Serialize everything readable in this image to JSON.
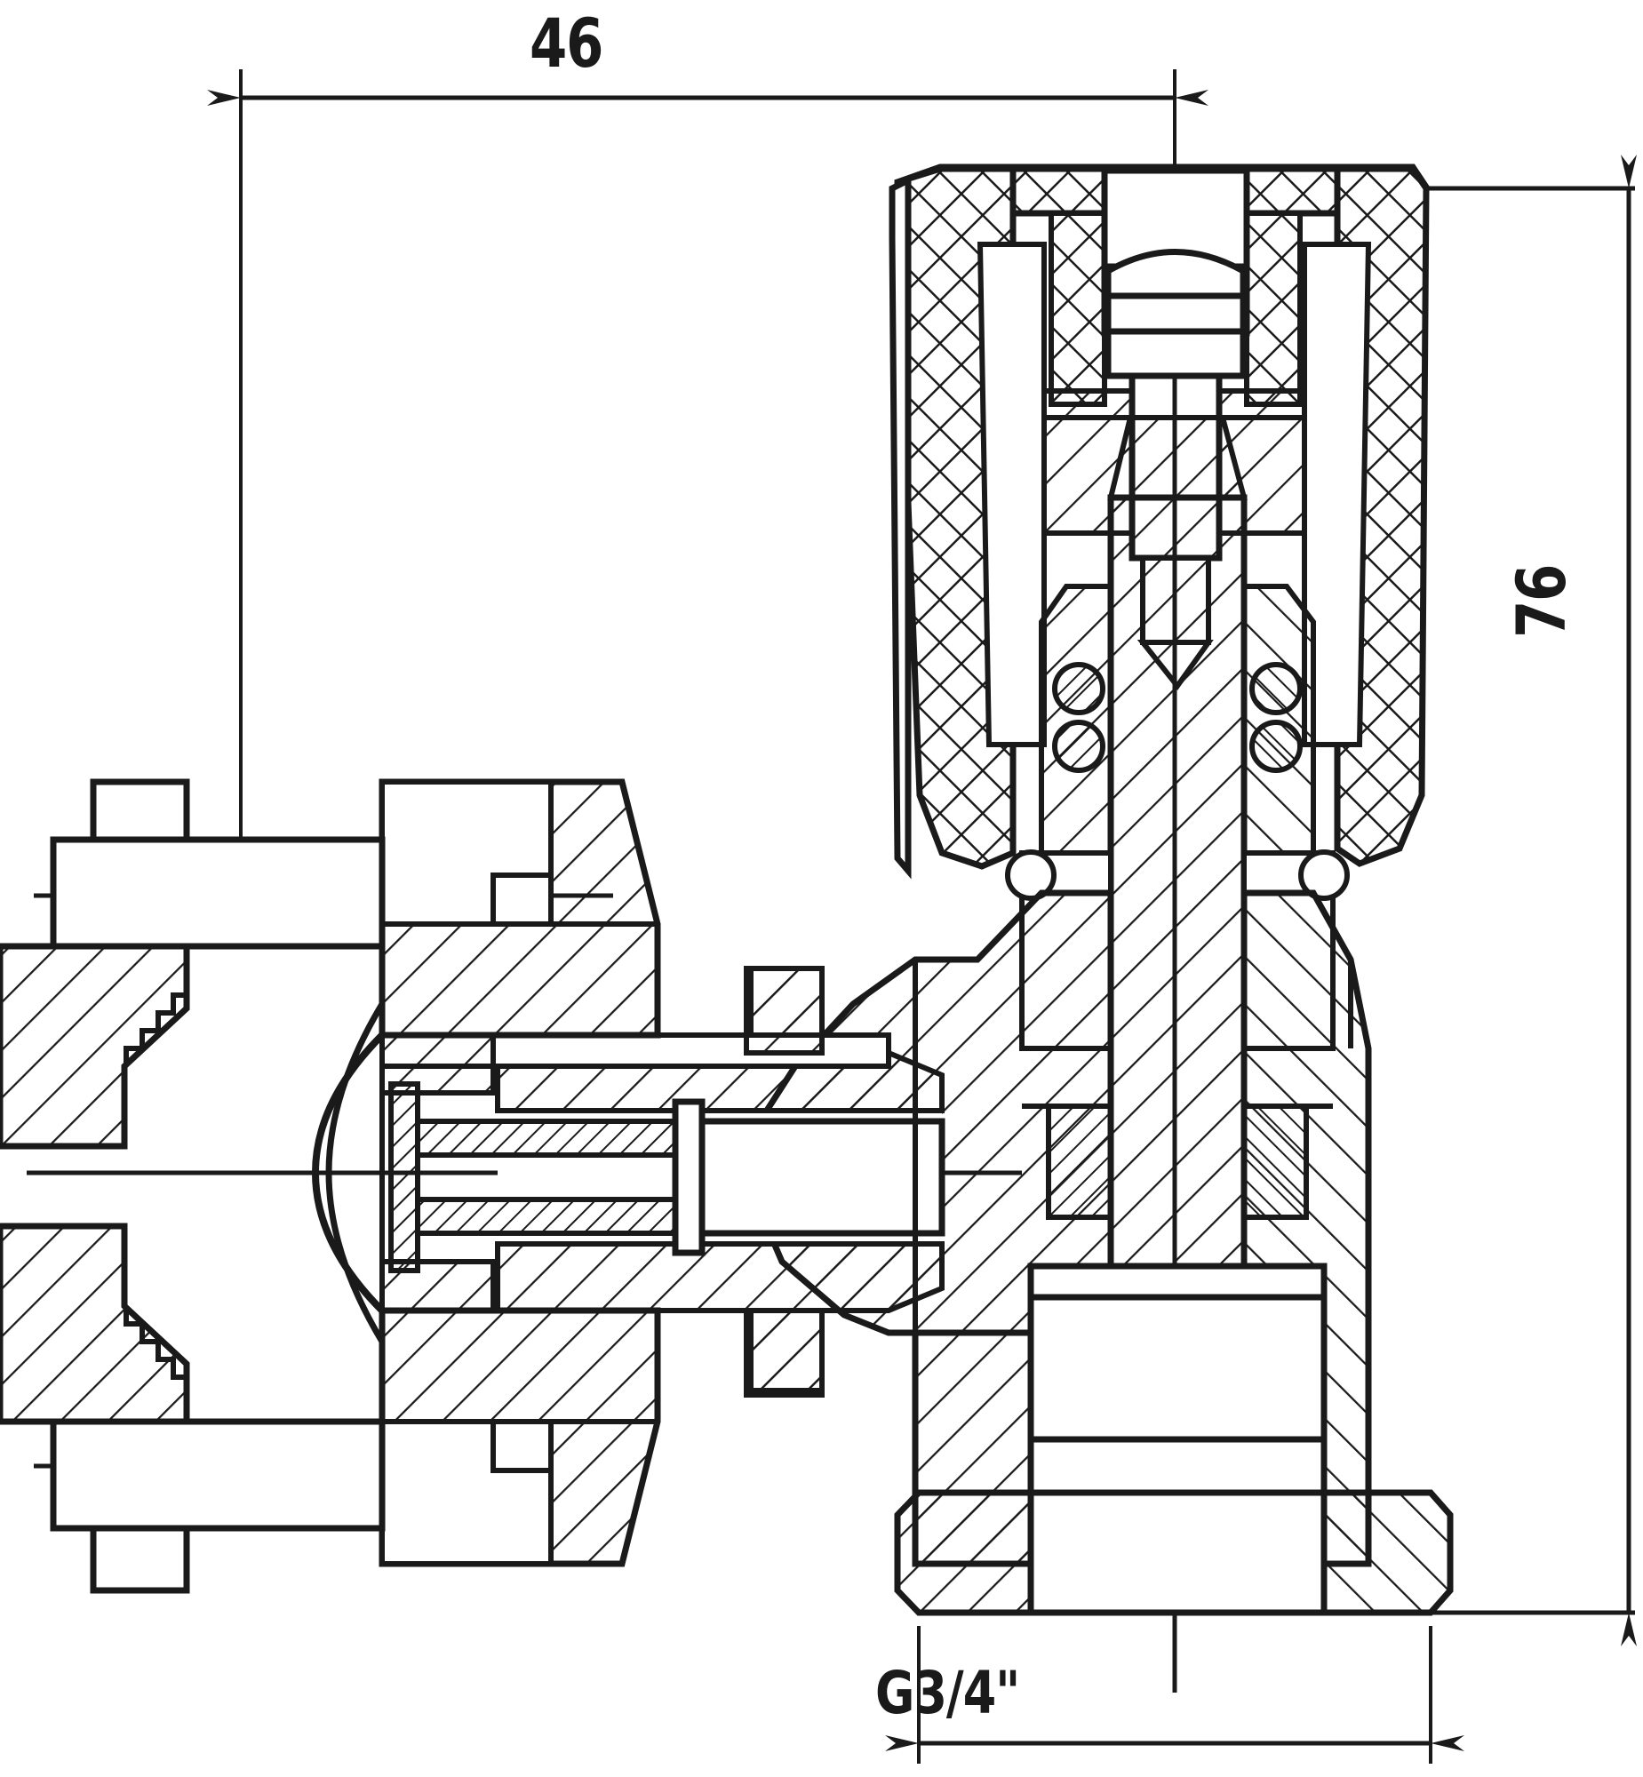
{
  "drawing": {
    "type": "technical-cross-section",
    "subject": "angle radiator valve with knurled plastic handwheel",
    "view": "sectional elevation",
    "units": "mm",
    "line_color": "#1a1a1a",
    "background_color": "#ffffff"
  },
  "dimensions": {
    "width_top": {
      "name": "overall-width",
      "value": "46",
      "orientation": "horizontal",
      "position": "top"
    },
    "height_right": {
      "name": "overall-height",
      "value": "76",
      "orientation": "vertical",
      "position": "right",
      "rotation_deg": -90
    },
    "thread_bottom": {
      "name": "outlet-thread",
      "value": "G3/4\"",
      "orientation": "horizontal",
      "position": "bottom"
    }
  },
  "hatching": {
    "metal_section": "single-diagonal-hatch",
    "plastic_section": "cross-diamond-hatch",
    "seal_section": "dense-diagonal-hatch"
  },
  "centerlines": {
    "vertical": "dash-dot",
    "horizontal": "dash-dot"
  }
}
